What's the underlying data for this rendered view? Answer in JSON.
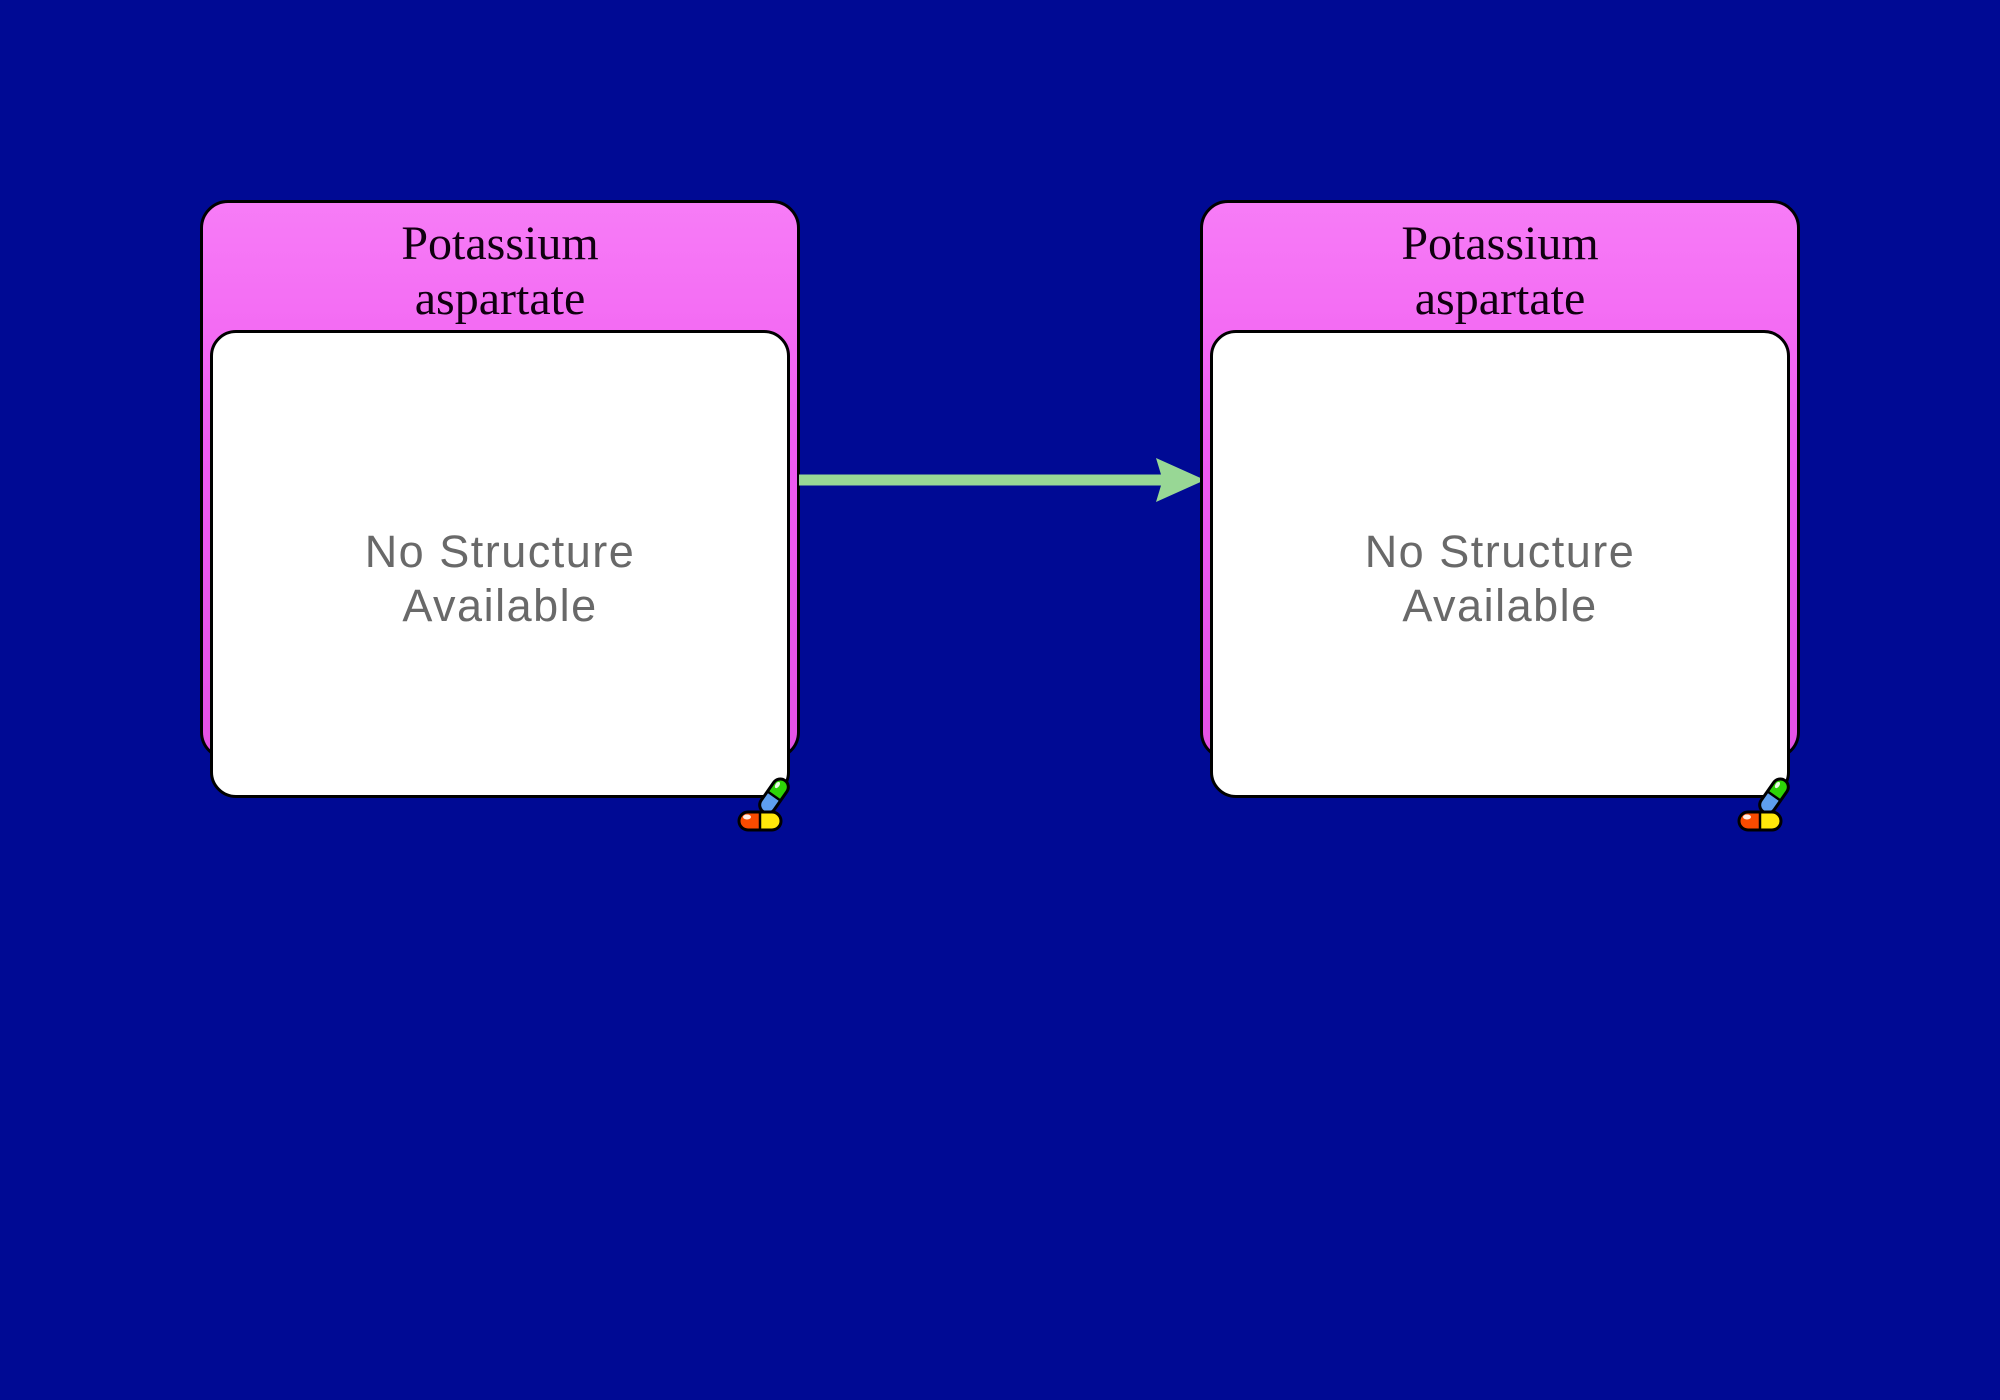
{
  "diagram": {
    "background_color": "#000A94",
    "nodes": [
      {
        "title": "Potassium\naspartate",
        "body_text": "No Structure\nAvailable",
        "type": "drug",
        "header_color": "#EF5BEF",
        "body_color": "#FFFFFF",
        "icon": "drug-pills-icon"
      },
      {
        "title": "Potassium\naspartate",
        "body_text": "No Structure\nAvailable",
        "type": "drug",
        "header_color": "#EF5BEF",
        "body_color": "#FFFFFF",
        "icon": "drug-pills-icon"
      }
    ],
    "edges": [
      {
        "from": 0,
        "to": 1,
        "direction": "right",
        "color": "#98D795"
      }
    ],
    "colors": {
      "node_border": "#000000",
      "title_text": "#100010",
      "body_text": "#696969",
      "pill_green": "#2ED308",
      "pill_blue": "#5E9FEF",
      "pill_red": "#FA4B00",
      "pill_yellow": "#FFE70A"
    }
  }
}
